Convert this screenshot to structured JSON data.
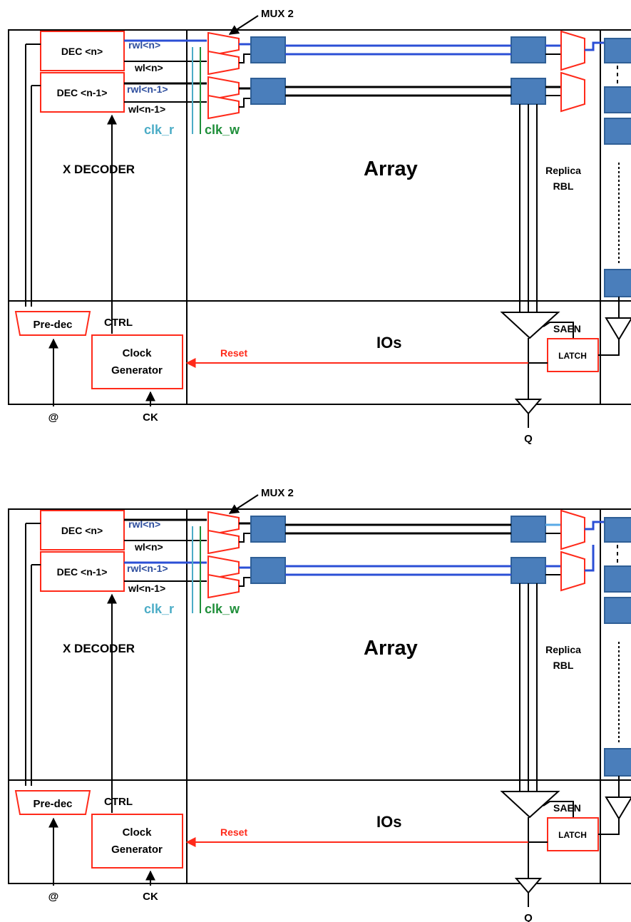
{
  "labels": {
    "mux": "MUX 2",
    "dec_n": "DEC <n>",
    "dec_n1": "DEC <n-1>",
    "rwl_n": "rwl<n>",
    "wl_n": "wl<n>",
    "rwl_n1": "rwl<n-1>",
    "wl_n1": "wl<n-1>",
    "clk_r": "clk_r",
    "clk_w": "clk_w",
    "x_decoder": "X DECODER",
    "array": "Array",
    "replica_line1": "Replica",
    "replica_line2": "RBL",
    "predec": "Pre-dec",
    "ctrl": "CTRL",
    "clockgen_line1": "Clock",
    "clockgen_line2": "Generator",
    "ios": "IOs",
    "reset": "Reset",
    "saen": "SAEN",
    "latch": "LATCH",
    "addr": "@",
    "ck": "CK",
    "q": "Q"
  },
  "colors": {
    "black": "#000000",
    "red": "#ff2a1a",
    "blue_wire": "#2b4fd6",
    "light_blue_wire": "#5aa9e6",
    "dark_blue_label": "#2e4e9e",
    "clk_r_color": "#4bacc6",
    "clk_w_color": "#1f8f3a",
    "cell_fill": "#4a7ebb",
    "cell_stroke": "#2f5f96"
  },
  "panels": [
    {
      "name": "upper",
      "active_row": "rwl<n>"
    },
    {
      "name": "lower",
      "active_row": "rwl<n-1>"
    }
  ]
}
